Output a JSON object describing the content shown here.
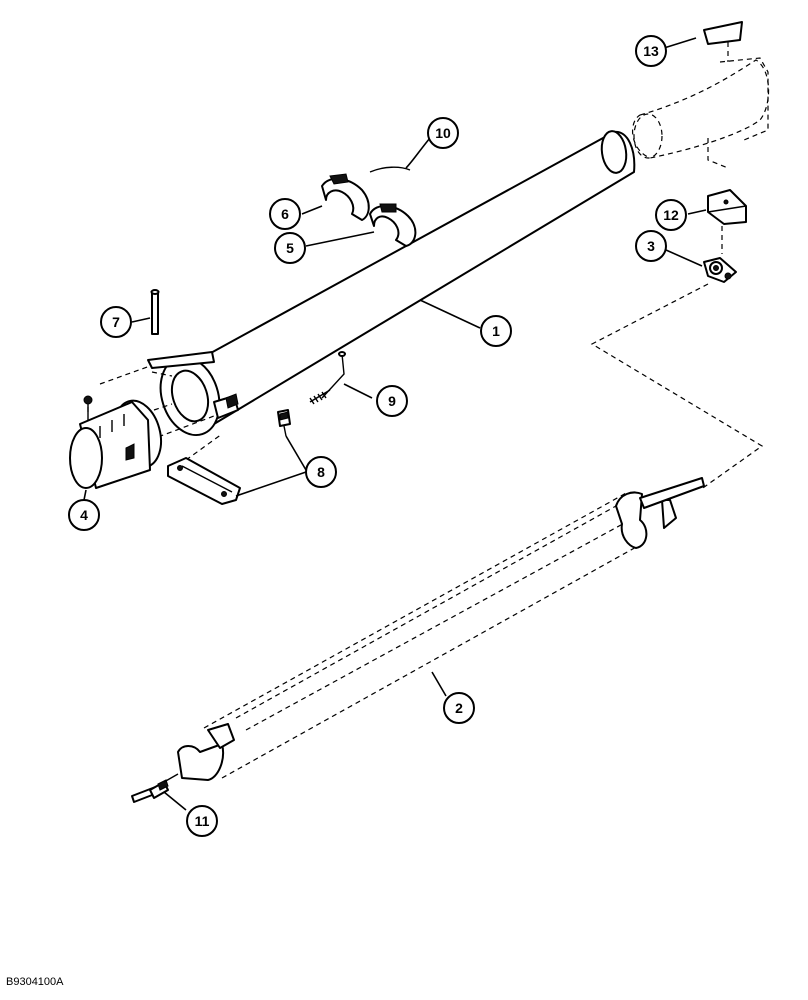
{
  "callouts": [
    {
      "id": "part-1",
      "label": "1"
    },
    {
      "id": "part-2",
      "label": "2"
    },
    {
      "id": "part-3",
      "label": "3"
    },
    {
      "id": "part-4",
      "label": "4"
    },
    {
      "id": "part-5",
      "label": "5"
    },
    {
      "id": "part-6",
      "label": "6"
    },
    {
      "id": "part-7",
      "label": "7"
    },
    {
      "id": "part-8",
      "label": "8"
    },
    {
      "id": "part-9",
      "label": "9"
    },
    {
      "id": "part-10",
      "label": "10"
    },
    {
      "id": "part-11",
      "label": "11"
    },
    {
      "id": "part-12",
      "label": "12"
    },
    {
      "id": "part-13",
      "label": "13"
    }
  ],
  "figure_code": "B9304100A"
}
